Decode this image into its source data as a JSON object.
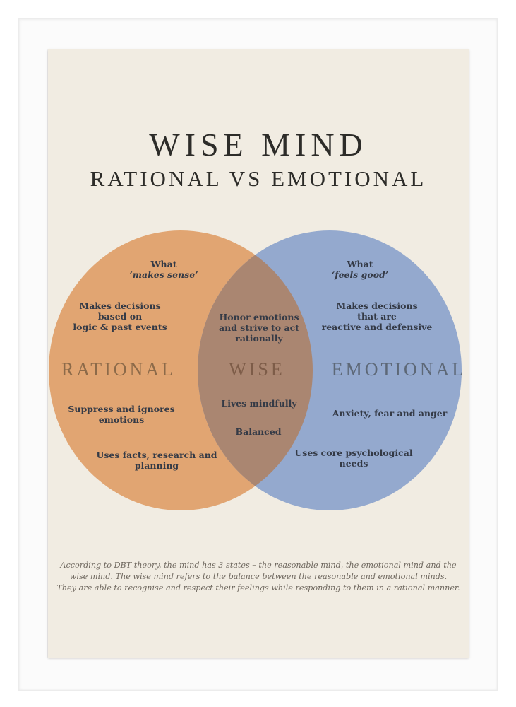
{
  "title": "WISE MIND",
  "subtitle": "RATIONAL VS EMOTIONAL",
  "left_circle": {
    "label": "RATIONAL",
    "what_line1": "What",
    "what_line2": "‘makes sense’",
    "decisions_line1": "Makes decisions",
    "decisions_line2": "based on",
    "decisions_line3": "logic & past events",
    "suppress_line1": "Suppress and ignores",
    "suppress_line2": "emotions",
    "facts_line1": "Uses facts, research and",
    "facts_line2": "planning"
  },
  "center_overlap": {
    "label": "WISE",
    "honor_line1": "Honor emotions",
    "honor_line2": "and strive to act",
    "honor_line3": "rationally",
    "lives": "Lives mindfully",
    "balanced": "Balanced"
  },
  "right_circle": {
    "label": "EMOTIONAL",
    "what_line1": "What",
    "what_line2": "‘feels good’",
    "decisions_line1": "Makes decisions",
    "decisions_line2": "that are",
    "decisions_line3": "reactive and defensive",
    "anxiety": "Anxiety, fear and anger",
    "core_line1": "Uses core psychological",
    "core_line2": "needs"
  },
  "footer": {
    "line1": "According to DBT theory, the mind has 3 states – the reasonable mind, the emotional mind and the",
    "line2": "wise mind. The wise mind refers to the balance between the reasonable and emotional minds.",
    "line3": "They are able to recognise and respect their feelings while responding to them in a rational manner."
  },
  "colors": {
    "rational_circle": "#e1a572",
    "emotional_circle": "#94a9ce",
    "overlap": "#aa8671",
    "poster_background": "#f1ece2",
    "text_dark": "#343a46",
    "rational_label": "#8c6a49",
    "wise_label": "#7d5c48",
    "emotional_label": "#5d6877",
    "footer_text": "#6e675e",
    "title_text": "#2d2c29"
  }
}
